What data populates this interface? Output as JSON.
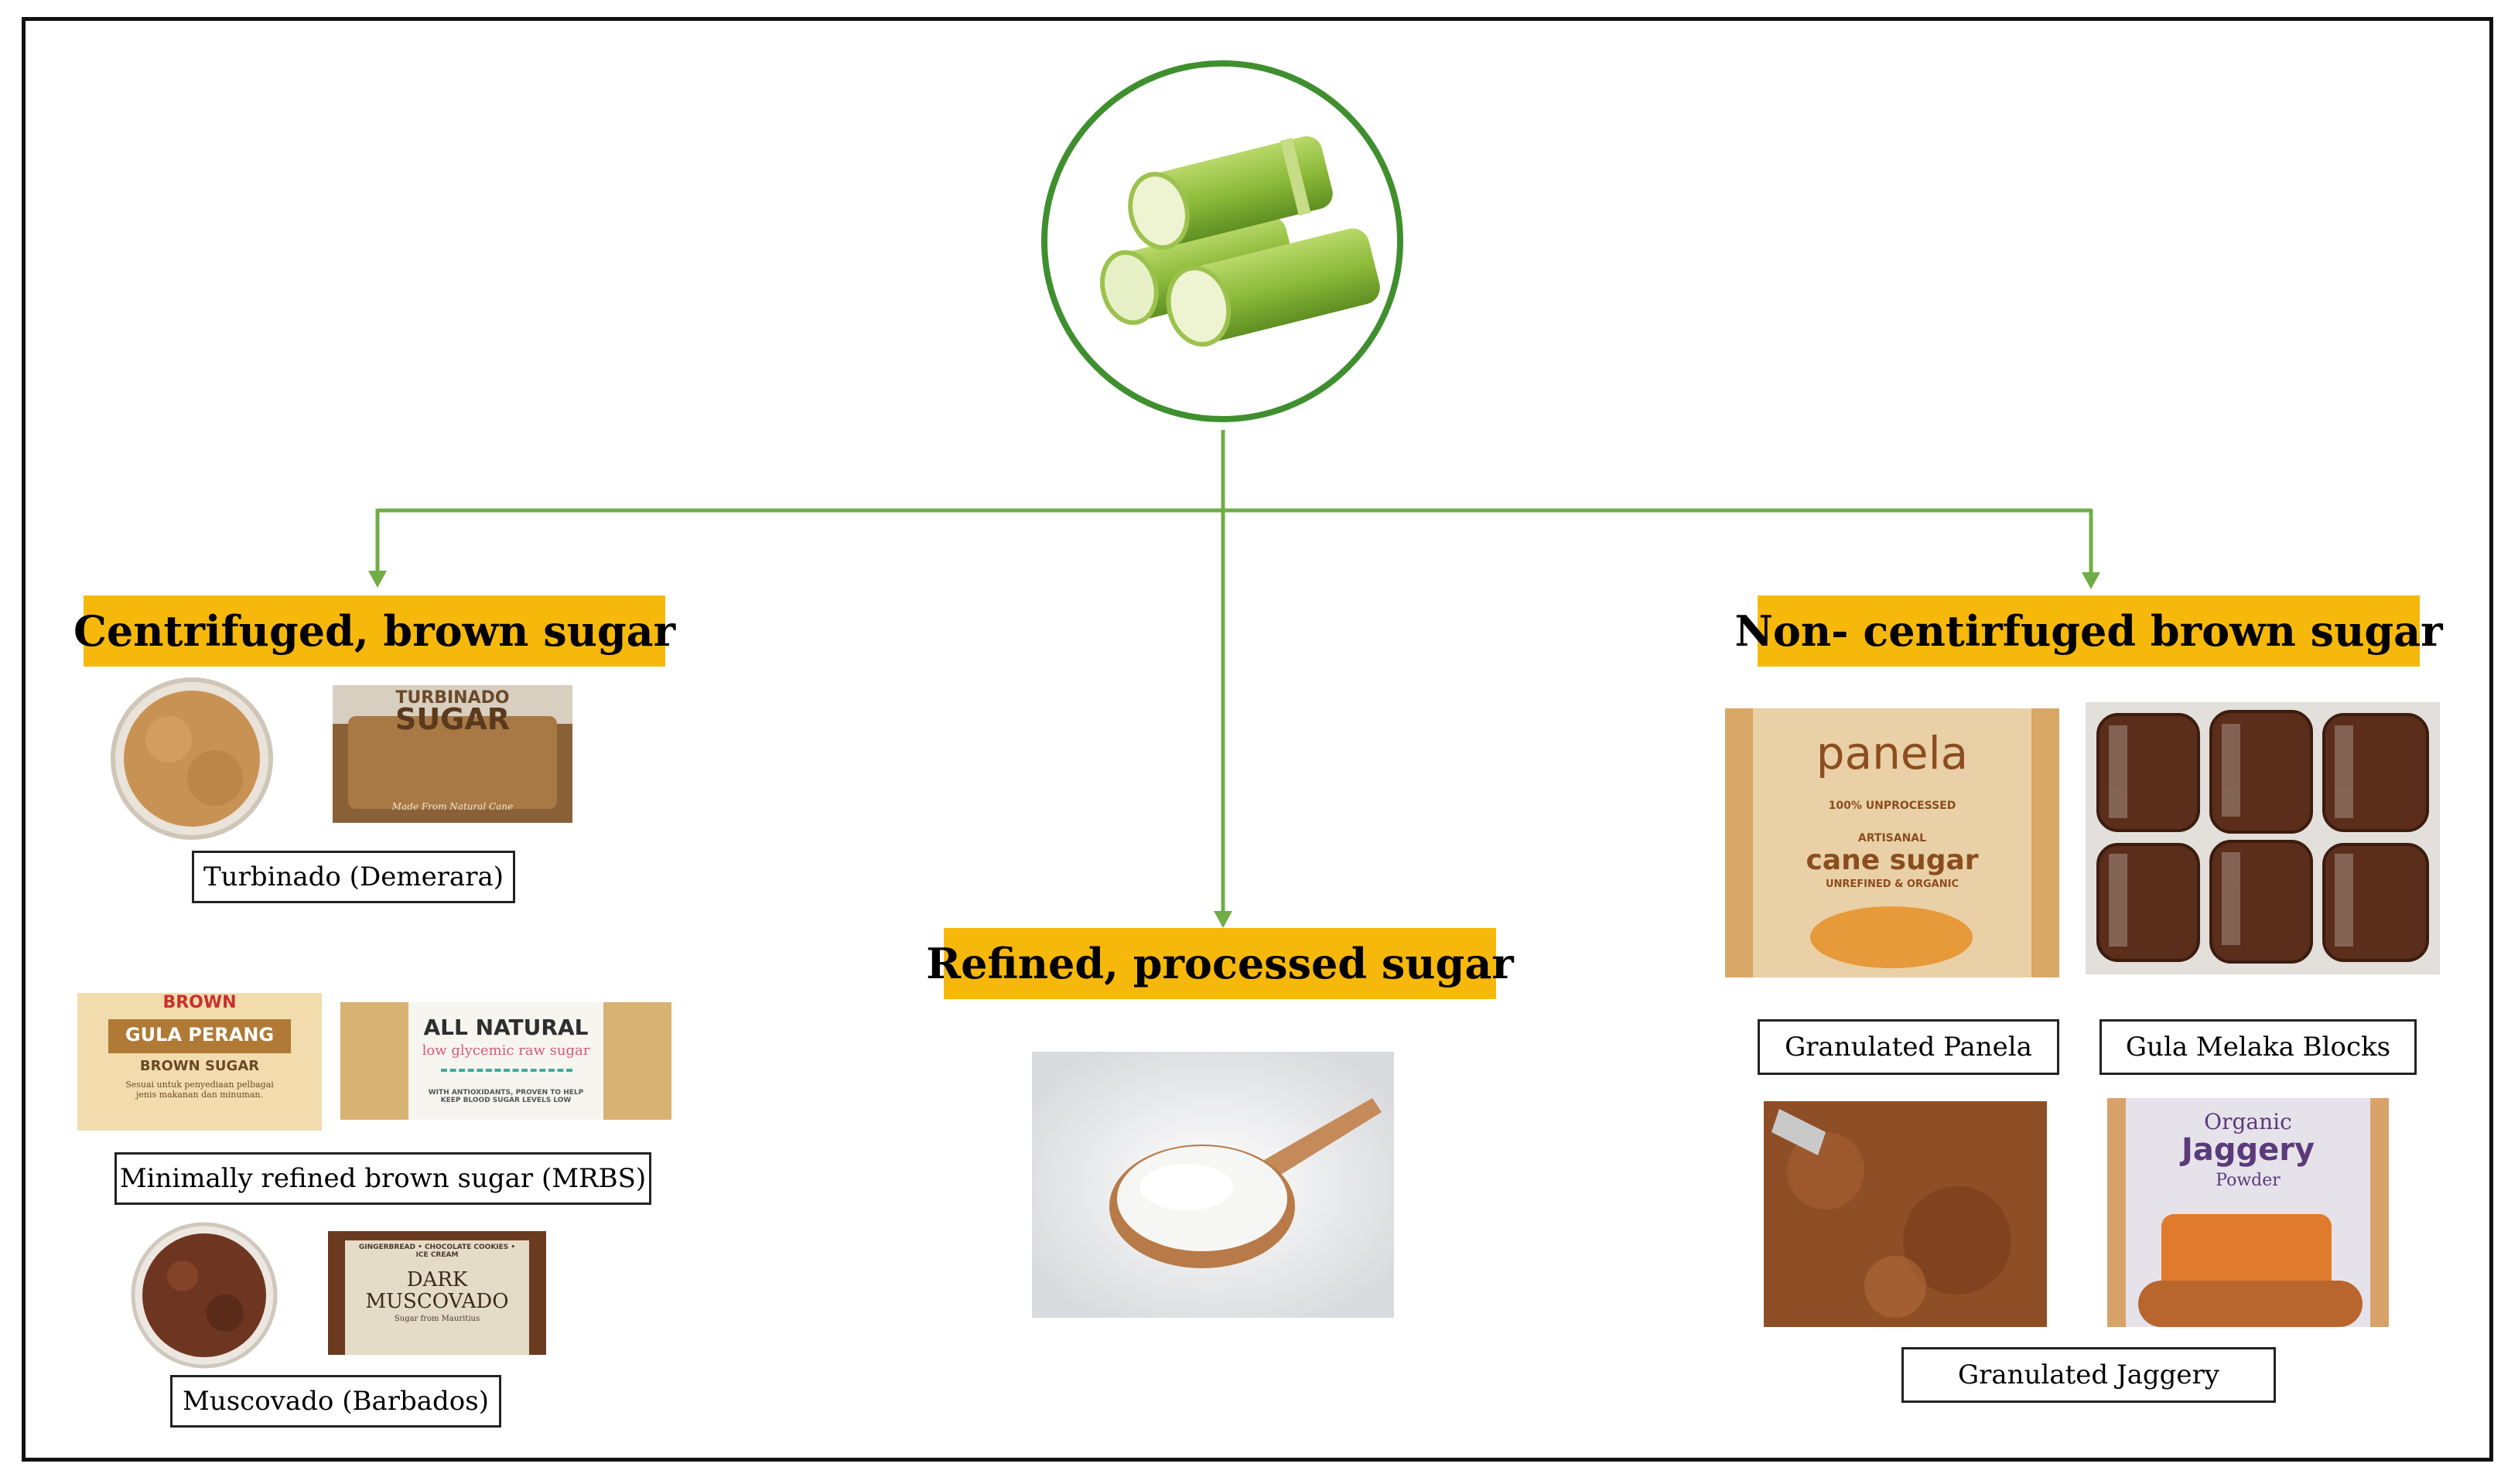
{
  "colors": {
    "arrow": "#70ad47",
    "circle_border": "#3f8f2f",
    "heading_bg": "#f7b80c",
    "frame": "#111111"
  },
  "root": {
    "icon": "sugarcane-stalks-image"
  },
  "categories": {
    "centrifuged": {
      "title": "Centrifuged, brown sugar"
    },
    "refined": {
      "title": "Refined, processed sugar"
    },
    "non_centrifuged": {
      "title": "Non- centirfuged brown sugar"
    }
  },
  "labels": {
    "turbinado": "Turbinado (Demerara)",
    "mrbs": "Minimally refined brown sugar (MRBS)",
    "muscovado": "Muscovado (Barbados)",
    "panela": "Granulated Panela",
    "gula_melaka": "Gula Melaka Blocks",
    "jaggery": "Granulated Jaggery"
  },
  "packages": {
    "turbinado_bag": {
      "line1": "TURBINADO",
      "line2": "SUGAR",
      "line3": "Made From Natural Cane"
    },
    "gula_perang": {
      "brand": "BROWN",
      "line1": "GULA PERANG",
      "line2": "BROWN SUGAR",
      "line3": "Sesuai untuk penyediaan pelbagai jenis makanan dan minuman."
    },
    "all_natural": {
      "line1": "ALL NATURAL",
      "line2": "low glycemic raw sugar",
      "line3": "WITH ANTIOXIDANTS, PROVEN TO HELP KEEP BLOOD SUGAR LEVELS LOW"
    },
    "dark_muscovado": {
      "top": "GINGERBREAD • CHOCOLATE COOKIES • ICE CREAM",
      "line1": "DARK",
      "line2": "MUSCOVADO",
      "line3": "Sugar from Mauritius"
    },
    "panela_bag": {
      "brand": "panela",
      "line1": "100% UNPROCESSED",
      "line2": "ARTISANAL",
      "line3": "cane sugar",
      "line4": "UNREFINED & ORGANIC"
    },
    "jaggery_bag": {
      "line1": "Organic",
      "line2": "Jaggery",
      "line3": "Powder"
    }
  }
}
